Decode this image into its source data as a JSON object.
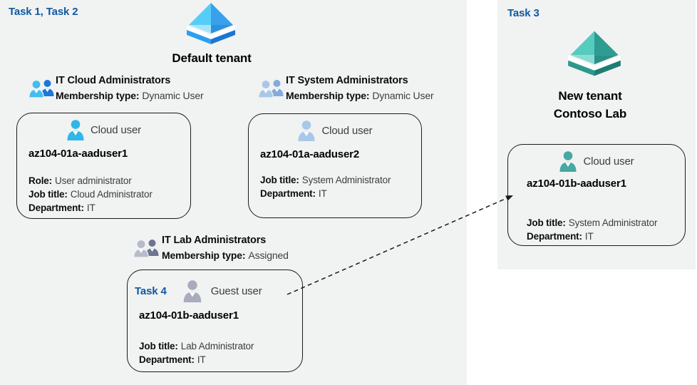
{
  "panels": {
    "default_tenant": {
      "task_label": "Task 1, Task 2",
      "title": "Default tenant"
    },
    "new_tenant": {
      "task_label": "Task 3",
      "title_line1": "New tenant",
      "title_line2": "Contoso Lab"
    }
  },
  "groups": [
    {
      "name": "IT Cloud Administrators",
      "membership_label": "Membership type:",
      "membership_value": "Dynamic User"
    },
    {
      "name": "IT System Administrators",
      "membership_label": "Membership type:",
      "membership_value": "Dynamic User"
    },
    {
      "name": "IT Lab Administrators",
      "membership_label": "Membership type:",
      "membership_value": "Assigned"
    }
  ],
  "users": [
    {
      "kind": "Cloud user",
      "name": "az104-01a-aaduser1",
      "fields": [
        {
          "label": "Role:",
          "value": "User administrator"
        },
        {
          "label": "Job title:",
          "value": "Cloud Administrator"
        },
        {
          "label": "Department:",
          "value": "IT"
        }
      ]
    },
    {
      "kind": "Cloud user",
      "name": "az104-01a-aaduser2",
      "fields": [
        {
          "label": "Job title:",
          "value": "System Administrator"
        },
        {
          "label": "Department:",
          "value": "IT"
        }
      ]
    },
    {
      "task_label": "Task 4",
      "kind": "Guest user",
      "name": "az104-01b-aaduser1",
      "fields": [
        {
          "label": "Job title:",
          "value": "Lab Administrator"
        },
        {
          "label": "Department:",
          "value": "IT"
        }
      ]
    },
    {
      "kind": "Cloud user",
      "name": "az104-01b-aaduser1",
      "fields": [
        {
          "label": "Job title:",
          "value": "System Administrator"
        },
        {
          "label": "Department:",
          "value": "IT"
        }
      ]
    }
  ],
  "icons": {
    "default_tenant_icon": "azure-ad-pyramid-blue",
    "new_tenant_icon": "azure-ad-pyramid-teal",
    "group_icons": [
      "people-cyan-and-blue",
      "people-steel-blue",
      "people-gray"
    ],
    "user_icons": [
      "person-cyan",
      "person-steel-blue",
      "person-gray",
      "person-teal"
    ]
  },
  "colors": {
    "panel_background": "#f1f2f2",
    "task_label": "#1059a0",
    "box_border": "#1a1a1a",
    "text_primary": "#0d0d0d",
    "text_secondary": "#3d3d3d",
    "pyramid_blue_light": "#55cdf9",
    "pyramid_blue_dark": "#1b76d3",
    "pyramid_teal_light": "#56cbc0",
    "pyramid_teal_dark": "#1e7c73",
    "person_cyan": "#2eb7e8",
    "person_steel_blue": "#a9c8e8",
    "person_gray": "#a8acbe",
    "person_teal": "#45a8a3"
  }
}
